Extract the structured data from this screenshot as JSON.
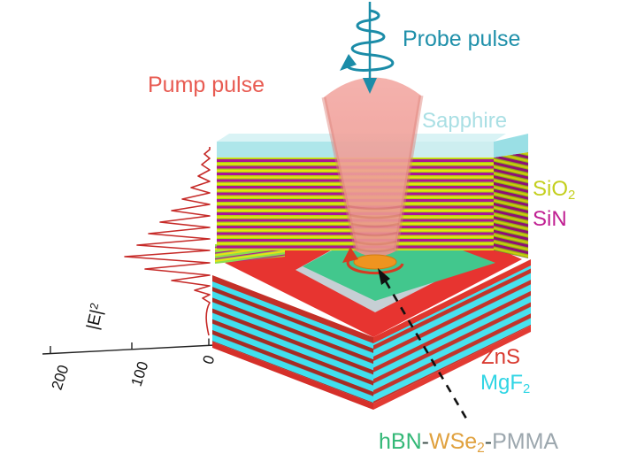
{
  "figure": {
    "type": "scientific-diagram",
    "description": "Pump-probe spectroscopy of a WSe2 monolayer inside an optical microcavity formed by two dielectric Bragg mirrors"
  },
  "labels": {
    "pump_pulse": "Pump pulse",
    "probe_pulse": "Probe pulse",
    "sapphire": "Sapphire",
    "sio2_main": "SiO",
    "sio2_sub": "2",
    "sin": "SiN",
    "zns": "ZnS",
    "mgf2_main": "MgF",
    "mgf2_sub": "2",
    "hbn": "hBN",
    "dash1": "-",
    "wse2_main": "WSe",
    "wse2_sub": "2",
    "dash2": "-",
    "pmma": "PMMA"
  },
  "field_axis": {
    "label_main": "|E|",
    "label_sup": "2",
    "ticks": [
      "200",
      "100",
      "0"
    ]
  },
  "colors": {
    "pump_red": "#e85b52",
    "probe_teal": "#1f90aa",
    "sapphire_cyan": "#a9dfe4",
    "sio2_yellow": "#c4cf1d",
    "sin_magenta": "#c01f92",
    "zns_red": "#d93a30",
    "mgf2_cyan": "#2fd5e4",
    "hbn_green": "#33b877",
    "wse2_orange": "#e0a13e",
    "pmma_gray": "#9ca7ae",
    "field_curve_red": "#c62a28"
  }
}
